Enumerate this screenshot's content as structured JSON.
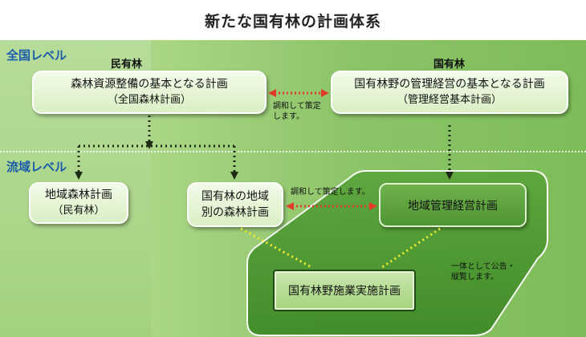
{
  "title": "新たな国有林の計画体系",
  "levels": {
    "national": "全国レベル",
    "basin": "流域レベル"
  },
  "columns": {
    "private": "民有林",
    "national": "国有林"
  },
  "boxes": {
    "national_forest_plan": {
      "line1": "森林資源整備の基本となる計画",
      "line2": "（全国森林計画）"
    },
    "management_basic_plan": {
      "line1": "国有林野の管理経営の基本となる計画",
      "line2": "（管理経営基本計画）"
    },
    "regional_forest_plan": {
      "line1": "地域森林計画",
      "line2": "（民有林）"
    },
    "national_regional_plan": {
      "line1": "国有林の地域",
      "line2": "別の森林計画"
    },
    "regional_management_plan": "地域管理経営計画",
    "implementation_plan": "国有林野施業実施計画"
  },
  "notes": {
    "coordinate_top": "調和して策定\nします。",
    "coordinate_mid": "調和して策定します。",
    "public_notice": "一体として公告・\n縦覧します。"
  },
  "colors": {
    "level_text": "#1a5cab",
    "red_arrow": "#e03b2a",
    "yellow_dots": "#f2ee2a",
    "dark_dots": "#1e2a12"
  }
}
